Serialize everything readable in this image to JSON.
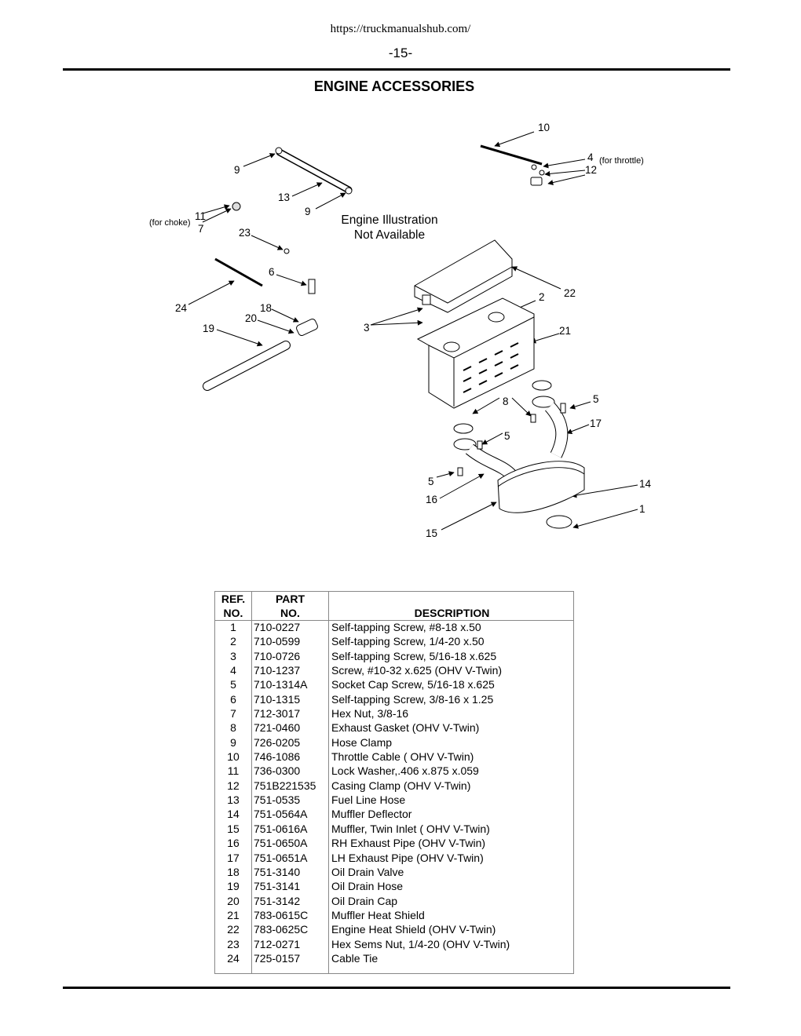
{
  "header": {
    "url": "https://truckmanualshub.com/",
    "page_number": "-15-",
    "title": "ENGINE ACCESSORIES"
  },
  "diagram": {
    "placeholder_line1": "Engine Illustration",
    "placeholder_line2": "Not Available",
    "callouts": [
      "10",
      "4",
      "12",
      "9",
      "13",
      "9",
      "11",
      "7",
      "23",
      "6",
      "24",
      "18",
      "20",
      "19",
      "2",
      "22",
      "3",
      "21",
      "8",
      "5",
      "17",
      "5",
      "5",
      "16",
      "14",
      "1",
      "15"
    ],
    "notes": {
      "throttle": "(for throttle)",
      "choke": "(for choke)"
    }
  },
  "table": {
    "headers": {
      "ref_line1": "REF.",
      "ref_line2": "NO.",
      "part_line1": "PART",
      "part_line2": "NO.",
      "description": "DESCRIPTION"
    },
    "rows": [
      {
        "ref": "1",
        "part": "710-0227",
        "desc": "Self-tapping Screw, #8-18 x.50"
      },
      {
        "ref": "2",
        "part": "710-0599",
        "desc": "Self-tapping Screw, 1/4-20 x.50"
      },
      {
        "ref": "3",
        "part": "710-0726",
        "desc": "Self-tapping Screw, 5/16-18 x.625"
      },
      {
        "ref": "4",
        "part": "710-1237",
        "desc": "Screw, #10-32 x.625 (OHV V-Twin)"
      },
      {
        "ref": "5",
        "part": "710-1314A",
        "desc": "Socket Cap Screw, 5/16-18 x.625"
      },
      {
        "ref": "6",
        "part": "710-1315",
        "desc": "Self-tapping Screw, 3/8-16 x 1.25"
      },
      {
        "ref": "7",
        "part": "712-3017",
        "desc": "Hex Nut, 3/8-16"
      },
      {
        "ref": "8",
        "part": "721-0460",
        "desc": "Exhaust Gasket (OHV V-Twin)"
      },
      {
        "ref": "9",
        "part": "726-0205",
        "desc": "Hose Clamp"
      },
      {
        "ref": "10",
        "part": "746-1086",
        "desc": "Throttle Cable ( OHV V-Twin)"
      },
      {
        "ref": "11",
        "part": "736-0300",
        "desc": "Lock Washer,.406 x.875 x.059"
      },
      {
        "ref": "12",
        "part": "751B221535",
        "desc": "Casing Clamp (OHV V-Twin)"
      },
      {
        "ref": "13",
        "part": "751-0535",
        "desc": "Fuel Line Hose"
      },
      {
        "ref": "14",
        "part": "751-0564A",
        "desc": "Muffler Deflector"
      },
      {
        "ref": "15",
        "part": "751-0616A",
        "desc": "Muffler, Twin Inlet ( OHV V-Twin)"
      },
      {
        "ref": "16",
        "part": "751-0650A",
        "desc": "RH Exhaust Pipe (OHV V-Twin)"
      },
      {
        "ref": "17",
        "part": "751-0651A",
        "desc": "LH Exhaust Pipe (OHV V-Twin)"
      },
      {
        "ref": "18",
        "part": "751-3140",
        "desc": "Oil Drain Valve"
      },
      {
        "ref": "19",
        "part": "751-3141",
        "desc": "Oil Drain Hose"
      },
      {
        "ref": "20",
        "part": "751-3142",
        "desc": "Oil Drain Cap"
      },
      {
        "ref": "21",
        "part": "783-0615C",
        "desc": "Muffler Heat Shield"
      },
      {
        "ref": "22",
        "part": "783-0625C",
        "desc": "Engine Heat Shield (OHV V-Twin)"
      },
      {
        "ref": "23",
        "part": "712-0271",
        "desc": "Hex Sems Nut, 1/4-20 (OHV V-Twin)"
      },
      {
        "ref": "24",
        "part": "725-0157",
        "desc": "Cable Tie"
      }
    ]
  }
}
